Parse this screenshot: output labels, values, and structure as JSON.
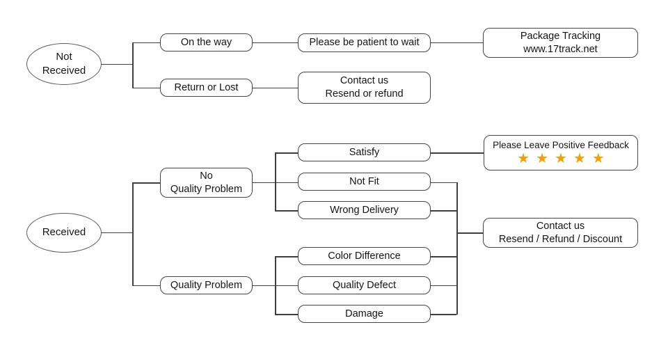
{
  "diagram": {
    "title": "Package received / not received customer service flowchart",
    "colors": {
      "line": "#3f3f3f",
      "box_border": "#444444",
      "text": "#141414",
      "star": "#f79f00",
      "background": "#ffffff"
    },
    "not_received_flow": {
      "root": "Not\nReceived",
      "on_the_way": "On the way",
      "return_or_lost": "Return or Lost",
      "be_patient": "Please be patient to wait",
      "package_tracking": "Package Tracking\nwww.17track.net",
      "contact_us": "Contact us\nResend or refund"
    },
    "received_flow": {
      "root": "Received",
      "no_quality_problem": "No\nQuality Problem",
      "quality_problem": "Quality Problem",
      "satisfy": "Satisfy",
      "not_fit": "Not Fit",
      "wrong_delivery": "Wrong Delivery",
      "color_difference": "Color Difference",
      "quality_defect": "Quality Defect",
      "damage": "Damage",
      "feedback_title": "Please Leave Positive Feedback",
      "feedback_stars": "★★★★★",
      "contact_us": "Contact us\nResend / Refund / Discount"
    }
  }
}
